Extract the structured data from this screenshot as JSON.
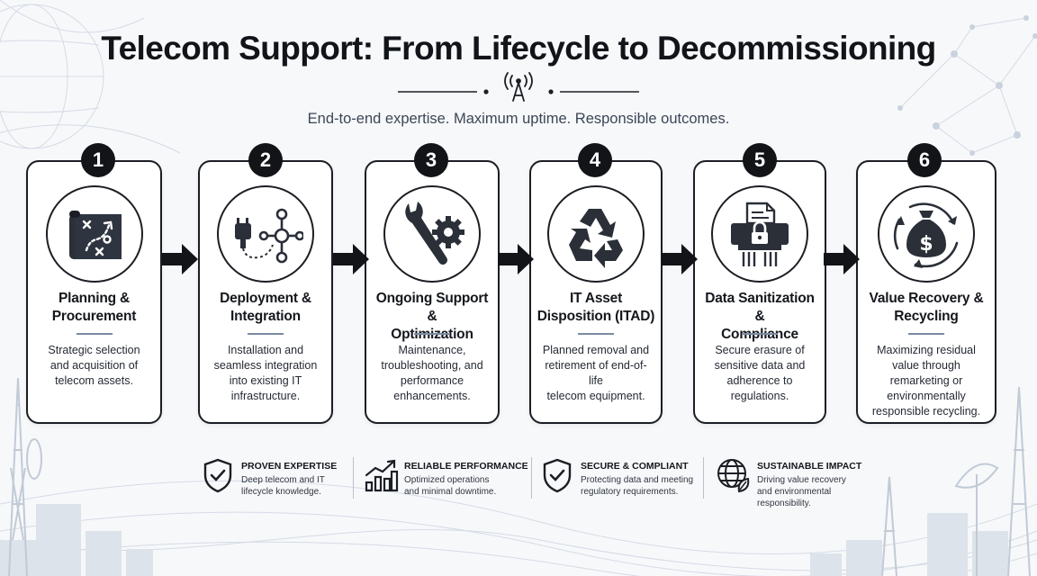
{
  "header": {
    "title": "Telecom Support: From Lifecycle to Decommissioning",
    "subtitle": "End-to-end expertise. Maximum uptime. Responsible outcomes."
  },
  "steps": [
    {
      "number": "1",
      "title_line1": "Planning &",
      "title_line2": "Procurement",
      "desc": [
        "Strategic selection",
        "and acquisition of",
        "telecom assets."
      ],
      "icon": "blueprint-plan-icon"
    },
    {
      "number": "2",
      "title_line1": "Deployment &",
      "title_line2": "Integration",
      "desc": [
        "Installation and",
        "seamless integration",
        "into existing IT",
        "infrastructure."
      ],
      "icon": "plug-network-icon"
    },
    {
      "number": "3",
      "title_line1": "Ongoing Support &",
      "title_line2": "Optimization",
      "desc": [
        "Maintenance,",
        "troubleshooting, and",
        "performance",
        "enhancements."
      ],
      "icon": "wrench-gear-icon"
    },
    {
      "number": "4",
      "title_line1": "IT Asset",
      "title_line2": "Disposition (ITAD)",
      "desc": [
        "Planned removal and",
        "retirement of end-of-life",
        "telecom equipment."
      ],
      "icon": "recycle-icon"
    },
    {
      "number": "5",
      "title_line1": "Data Sanitization &",
      "title_line2": "Compliance",
      "desc": [
        "Secure erasure of",
        "sensitive data and",
        "adherence to",
        "regulations."
      ],
      "icon": "shredder-lock-icon"
    },
    {
      "number": "6",
      "title_line1": "Value Recovery &",
      "title_line2": "Recycling",
      "desc": [
        "Maximizing residual",
        "value through",
        "remarketing or",
        "environmentally",
        "responsible recycling."
      ],
      "icon": "money-bag-cycle-icon"
    }
  ],
  "features": [
    {
      "title": "PROVEN EXPERTISE",
      "desc": [
        "Deep telecom and IT",
        "lifecycle knowledge."
      ],
      "icon": "shield-check-icon"
    },
    {
      "title": "RELIABLE PERFORMANCE",
      "desc": [
        "Optimized operations",
        "and minimal downtime."
      ],
      "icon": "bar-chart-growth-icon"
    },
    {
      "title": "SECURE & COMPLIANT",
      "desc": [
        "Protecting data and meeting",
        "regulatory requirements."
      ],
      "icon": "shield-check-icon"
    },
    {
      "title": "SUSTAINABLE IMPACT",
      "desc": [
        "Driving value recovery",
        "and environmental",
        "responsibility."
      ],
      "icon": "globe-leaf-icon"
    }
  ],
  "colors": {
    "ink": "#121418",
    "accent_line": "#7b8aa3",
    "background": "#f7f8fa",
    "background_art": "#c9d2de"
  }
}
